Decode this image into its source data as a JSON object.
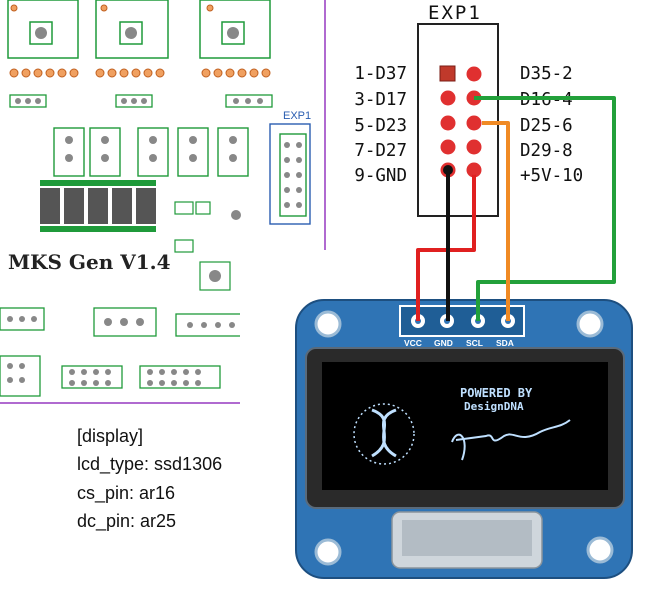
{
  "board": {
    "title": "MKS Gen V1.4",
    "exp_label": "EXP1"
  },
  "connector": {
    "title": "EXP1",
    "left_pins": [
      "1-D37",
      "3-D17",
      "5-D23",
      "7-D27",
      "9-GND"
    ],
    "right_pins": [
      "D35-2",
      "D16-4",
      "D25-6",
      "D29-8",
      "+5V-10"
    ]
  },
  "config": {
    "section": "[display]",
    "lcd_type": "lcd_type: ssd1306",
    "cs_pin": "cs_pin: ar16",
    "dc_pin": "dc_pin: ar25"
  },
  "oled": {
    "pin_labels": [
      "VCC",
      "GND",
      "SCL",
      "SDA"
    ],
    "screen_line1": "POWERED BY",
    "screen_line2": "DesignDNA"
  },
  "colors": {
    "board_border": "#b06ad0",
    "board_green": "#1f9a3a",
    "pcb_blue": "#2f74b5",
    "wire_vcc": "#e02020",
    "wire_gnd": "#111111",
    "wire_scl": "#22a03a",
    "wire_sda": "#f08a24",
    "screen_text": "#bfe0ff"
  }
}
